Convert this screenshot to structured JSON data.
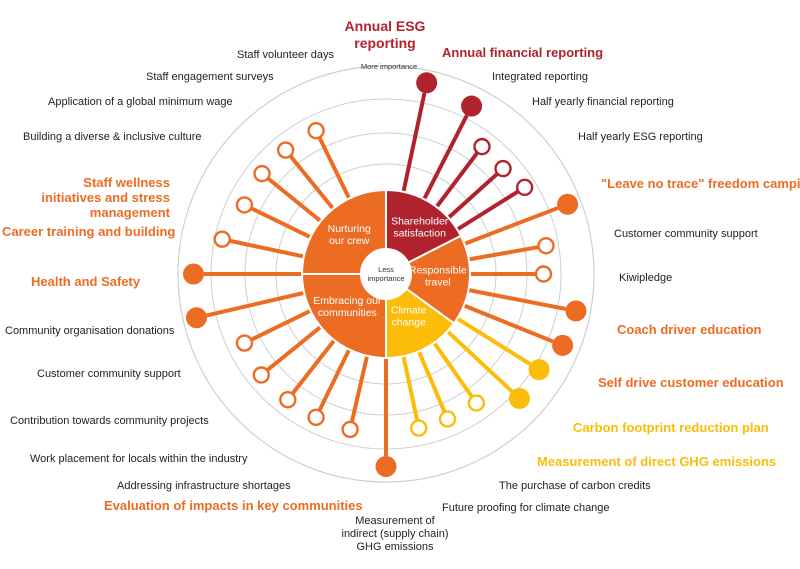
{
  "colors": {
    "shareholder": "#b0232e",
    "responsible": "#ec6c24",
    "nurturing": "#ec6c24",
    "embracing": "#ec6c24",
    "climate": "#fbbc0a",
    "ring": "#cfcfcf",
    "text": "#222222"
  },
  "diagram": {
    "outer_axis_label": "More importance",
    "center_label": [
      "Less",
      "importance"
    ],
    "segments": [
      {
        "key": "shareholder",
        "label": [
          "Shareholder",
          "satisfaction"
        ],
        "color": "#b0232e"
      },
      {
        "key": "responsible",
        "label": [
          "Responsible",
          "travel"
        ],
        "color": "#ec6c24"
      },
      {
        "key": "climate",
        "label": [
          "Climate",
          "change"
        ],
        "color": "#fbbc0a"
      },
      {
        "key": "embracing",
        "label": [
          "Embracing our",
          "communities"
        ],
        "color": "#ec6c24"
      },
      {
        "key": "nurturing",
        "label": [
          "Nurturing",
          "our crew"
        ],
        "color": "#ec6c24"
      }
    ],
    "topics": [
      {
        "label": "Annual ESG reporting",
        "level": 0.93,
        "filled": true,
        "emphasis": true,
        "color": "#b0232e"
      },
      {
        "label": "Annual financial reporting",
        "level": 0.93,
        "filled": true,
        "emphasis": true,
        "color": "#b0232e"
      },
      {
        "label": "Integrated reporting",
        "level": 0.73,
        "filled": false,
        "emphasis": false,
        "color": "#b0232e"
      },
      {
        "label": "Half yearly financial reporting",
        "level": 0.73,
        "filled": false,
        "emphasis": false,
        "color": "#b0232e"
      },
      {
        "label": "Half yearly ESG reporting",
        "level": 0.73,
        "filled": false,
        "emphasis": false,
        "color": "#b0232e"
      },
      {
        "label": "\"Leave no trace\" freedom camping",
        "level": 0.93,
        "filled": true,
        "emphasis": true,
        "color": "#ec6c24"
      },
      {
        "label": "Customer community support",
        "level": 0.73,
        "filled": false,
        "emphasis": false,
        "color": "#ec6c24"
      },
      {
        "label": "Kiwipledge",
        "level": 0.73,
        "filled": false,
        "emphasis": false,
        "color": "#ec6c24"
      },
      {
        "label": "Coach driver education",
        "level": 0.93,
        "filled": true,
        "emphasis": true,
        "color": "#ec6c24"
      },
      {
        "label": "Self drive customer education",
        "level": 0.93,
        "filled": true,
        "emphasis": true,
        "color": "#ec6c24"
      },
      {
        "label": "Carbon footprint reduction plan",
        "level": 0.93,
        "filled": true,
        "emphasis": true,
        "color": "#fbbc0a"
      },
      {
        "label": "Measurement of direct GHG emissions",
        "level": 0.93,
        "filled": true,
        "emphasis": true,
        "color": "#fbbc0a"
      },
      {
        "label": "The purchase of carbon credits",
        "level": 0.73,
        "filled": false,
        "emphasis": false,
        "color": "#fbbc0a"
      },
      {
        "label": "Future proofing for climate change",
        "level": 0.73,
        "filled": false,
        "emphasis": false,
        "color": "#fbbc0a"
      },
      {
        "label": "Measurement of indirect (supply chain) GHG emissions",
        "level": 0.73,
        "filled": false,
        "emphasis": false,
        "color": "#fbbc0a"
      },
      {
        "label": "Evaluation of impacts in key communities",
        "level": 0.93,
        "filled": true,
        "emphasis": true,
        "color": "#ec6c24"
      },
      {
        "label": "Addressing infrastructure shortages",
        "level": 0.73,
        "filled": false,
        "emphasis": false,
        "color": "#ec6c24"
      },
      {
        "label": "Work placement for locals within the industry",
        "level": 0.73,
        "filled": false,
        "emphasis": false,
        "color": "#ec6c24"
      },
      {
        "label": "Contribution towards community projects",
        "level": 0.73,
        "filled": false,
        "emphasis": false,
        "color": "#ec6c24"
      },
      {
        "label": "Customer community support",
        "level": 0.73,
        "filled": false,
        "emphasis": false,
        "color": "#ec6c24"
      },
      {
        "label": "Community organisation donations",
        "level": 0.73,
        "filled": false,
        "emphasis": false,
        "color": "#ec6c24"
      },
      {
        "label": "Health and Safety",
        "level": 0.93,
        "filled": true,
        "emphasis": true,
        "color": "#ec6c24"
      },
      {
        "label": "Career training and building",
        "level": 0.93,
        "filled": true,
        "emphasis": true,
        "color": "#ec6c24"
      },
      {
        "label": "Staff wellness initiatives and stress management",
        "level": 0.73,
        "filled": false,
        "emphasis": true,
        "color": "#ec6c24"
      },
      {
        "label": "Building a diverse & inclusive culture",
        "level": 0.73,
        "filled": false,
        "emphasis": false,
        "color": "#ec6c24"
      },
      {
        "label": "Application of a global minimum wage",
        "level": 0.73,
        "filled": false,
        "emphasis": false,
        "color": "#ec6c24"
      },
      {
        "label": "Staff engagement surveys",
        "level": 0.73,
        "filled": false,
        "emphasis": false,
        "color": "#ec6c24"
      },
      {
        "label": "Staff volunteer days",
        "level": 0.73,
        "filled": false,
        "emphasis": false,
        "color": "#ec6c24"
      }
    ]
  }
}
